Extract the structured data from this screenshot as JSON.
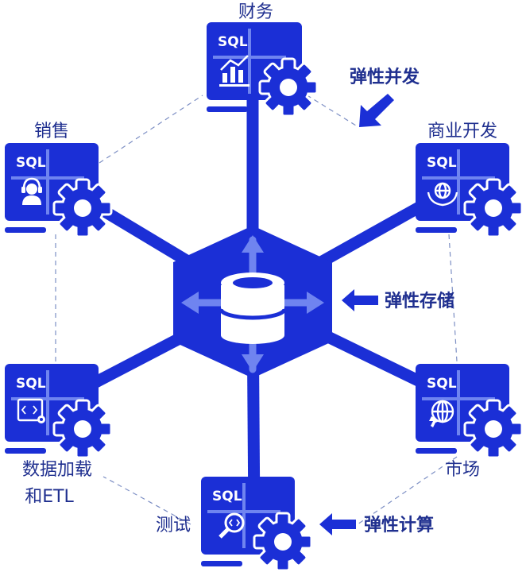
{
  "colors": {
    "primary": "#1b2fd6",
    "light": "#6f84f0",
    "text": "#1f2f8f",
    "dash": "#7d8fc4",
    "white": "#ffffff"
  },
  "hub": {
    "icon": "database-icon"
  },
  "nodes": [
    {
      "key": "finance",
      "label": "财务",
      "sql": "SQL",
      "icon": "chart-icon"
    },
    {
      "key": "bizdev",
      "label": "商业开发",
      "sql": "SQL",
      "icon": "globe-hands-icon"
    },
    {
      "key": "market",
      "label": "市场",
      "sql": "SQL",
      "icon": "globe-cursor-icon"
    },
    {
      "key": "test",
      "label": "测试",
      "sql": "SQL",
      "icon": "magnifier-code-icon"
    },
    {
      "key": "etl",
      "label_line1": "数据加载",
      "label_line2": "和ETL",
      "sql": "SQL",
      "icon": "code-gear-icon"
    },
    {
      "key": "sales",
      "label": "销售",
      "sql": "SQL",
      "icon": "headset-icon"
    }
  ],
  "callouts": {
    "concurrency": "弹性并发",
    "storage": "弹性存储",
    "compute": "弹性计算"
  }
}
